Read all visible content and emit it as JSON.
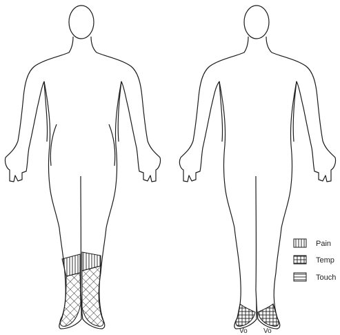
{
  "legend": {
    "items": [
      {
        "label": "Pain",
        "pattern": "vertical-lines"
      },
      {
        "label": "Temp",
        "pattern": "crosshatch"
      },
      {
        "label": "Touch",
        "pattern": "horizontal-lines"
      }
    ]
  },
  "figures": [
    {
      "id": "front",
      "view": "anterior",
      "shaded_regions": [
        "lower-legs-pain",
        "feet-temp"
      ]
    },
    {
      "id": "back",
      "view": "posterior",
      "shaded_regions": [
        "feet-temp"
      ],
      "annotations": [
        "Vo",
        "Vo"
      ]
    }
  ],
  "colors": {
    "line": "#1a1a1a",
    "background": "#ffffff"
  }
}
